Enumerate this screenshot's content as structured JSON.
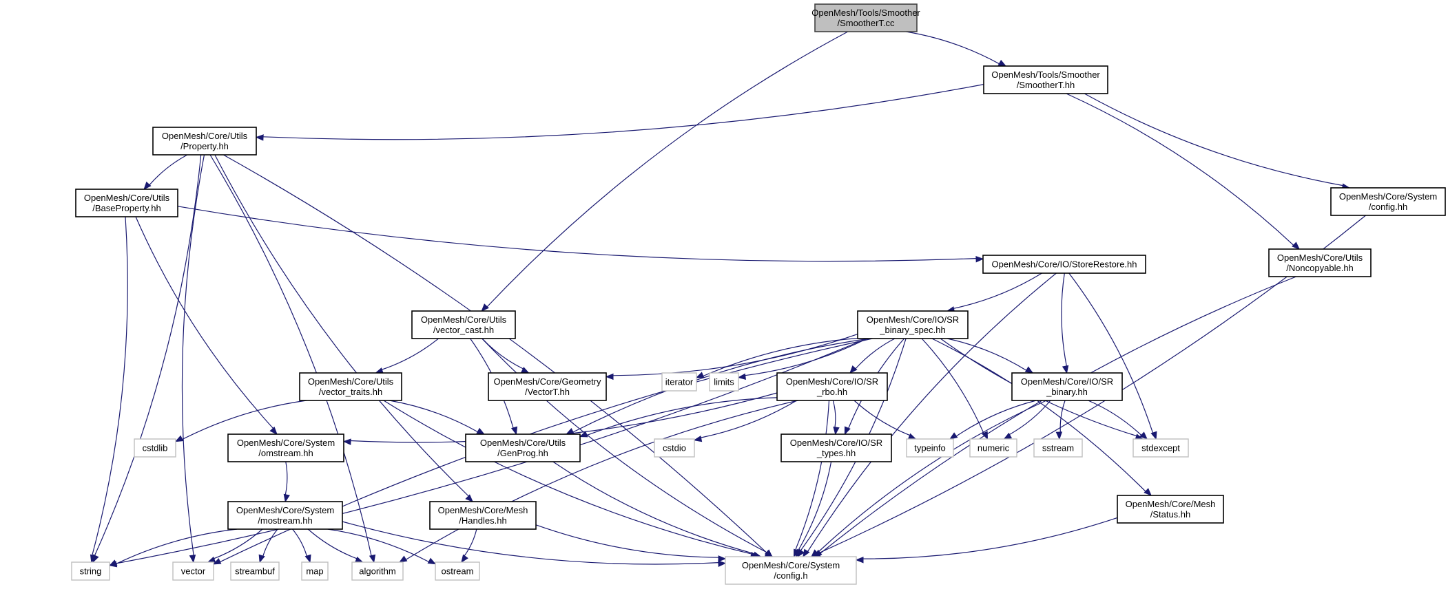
{
  "title": "Include dependency graph for SmootherT.cc",
  "colors": {
    "edge": "#191970",
    "root_fill": "#bfbfbf",
    "internal_border": "#000000",
    "external_border": "#bfbfbf"
  },
  "nodes": [
    {
      "id": "smoother_cc",
      "kind": "root",
      "lines": [
        "OpenMesh/Tools/Smoother",
        "/SmootherT.cc"
      ]
    },
    {
      "id": "smoother_hh",
      "kind": "internal",
      "lines": [
        "OpenMesh/Tools/Smoother",
        "/SmootherT.hh"
      ]
    },
    {
      "id": "property",
      "kind": "internal",
      "lines": [
        "OpenMesh/Core/Utils",
        "/Property.hh"
      ]
    },
    {
      "id": "baseproperty",
      "kind": "internal",
      "lines": [
        "OpenMesh/Core/Utils",
        "/BaseProperty.hh"
      ]
    },
    {
      "id": "config_hh",
      "kind": "internal",
      "lines": [
        "OpenMesh/Core/System",
        "/config.hh"
      ]
    },
    {
      "id": "noncopyable",
      "kind": "internal",
      "lines": [
        "OpenMesh/Core/Utils",
        "/Noncopyable.hh"
      ]
    },
    {
      "id": "storerestore",
      "kind": "internal",
      "lines": [
        "OpenMesh/Core/IO/StoreRestore.hh"
      ]
    },
    {
      "id": "vector_cast",
      "kind": "internal",
      "lines": [
        "OpenMesh/Core/Utils",
        "/vector_cast.hh"
      ]
    },
    {
      "id": "sr_binary_spec",
      "kind": "internal",
      "lines": [
        "OpenMesh/Core/IO/SR",
        "_binary_spec.hh"
      ]
    },
    {
      "id": "vector_traits",
      "kind": "internal",
      "lines": [
        "OpenMesh/Core/Utils",
        "/vector_traits.hh"
      ]
    },
    {
      "id": "vectort",
      "kind": "internal",
      "lines": [
        "OpenMesh/Core/Geometry",
        "/VectorT.hh"
      ]
    },
    {
      "id": "iterator",
      "kind": "external",
      "lines": [
        "iterator"
      ]
    },
    {
      "id": "limits",
      "kind": "external",
      "lines": [
        "limits"
      ]
    },
    {
      "id": "sr_rbo",
      "kind": "internal",
      "lines": [
        "OpenMesh/Core/IO/SR",
        "_rbo.hh"
      ]
    },
    {
      "id": "sr_binary",
      "kind": "internal",
      "lines": [
        "OpenMesh/Core/IO/SR",
        "_binary.hh"
      ]
    },
    {
      "id": "cstdlib",
      "kind": "external",
      "lines": [
        "cstdlib"
      ]
    },
    {
      "id": "omstream",
      "kind": "internal",
      "lines": [
        "OpenMesh/Core/System",
        "/omstream.hh"
      ]
    },
    {
      "id": "genprog",
      "kind": "internal",
      "lines": [
        "OpenMesh/Core/Utils",
        "/GenProg.hh"
      ]
    },
    {
      "id": "cstdio",
      "kind": "external",
      "lines": [
        "cstdio"
      ]
    },
    {
      "id": "sr_types",
      "kind": "internal",
      "lines": [
        "OpenMesh/Core/IO/SR",
        "_types.hh"
      ]
    },
    {
      "id": "typeinfo",
      "kind": "external",
      "lines": [
        "typeinfo"
      ]
    },
    {
      "id": "numeric",
      "kind": "external",
      "lines": [
        "numeric"
      ]
    },
    {
      "id": "sstream",
      "kind": "external",
      "lines": [
        "sstream"
      ]
    },
    {
      "id": "stdexcept",
      "kind": "external",
      "lines": [
        "stdexcept"
      ]
    },
    {
      "id": "mostream",
      "kind": "internal",
      "lines": [
        "OpenMesh/Core/System",
        "/mostream.hh"
      ]
    },
    {
      "id": "handles",
      "kind": "internal",
      "lines": [
        "OpenMesh/Core/Mesh",
        "/Handles.hh"
      ]
    },
    {
      "id": "status",
      "kind": "internal",
      "lines": [
        "OpenMesh/Core/Mesh",
        "/Status.hh"
      ]
    },
    {
      "id": "string",
      "kind": "external",
      "lines": [
        "string"
      ]
    },
    {
      "id": "vector",
      "kind": "external",
      "lines": [
        "vector"
      ]
    },
    {
      "id": "streambuf",
      "kind": "external",
      "lines": [
        "streambuf"
      ]
    },
    {
      "id": "map",
      "kind": "external",
      "lines": [
        "map"
      ]
    },
    {
      "id": "algorithm",
      "kind": "external",
      "lines": [
        "algorithm"
      ]
    },
    {
      "id": "ostream",
      "kind": "external",
      "lines": [
        "ostream"
      ]
    },
    {
      "id": "config_h",
      "kind": "external",
      "lines": [
        "OpenMesh/Core/System",
        "/config.h"
      ]
    }
  ],
  "edges": [
    [
      "smoother_cc",
      "smoother_hh"
    ],
    [
      "smoother_cc",
      "vector_cast"
    ],
    [
      "smoother_hh",
      "property"
    ],
    [
      "smoother_hh",
      "config_hh"
    ],
    [
      "smoother_hh",
      "noncopyable"
    ],
    [
      "property",
      "baseproperty"
    ],
    [
      "property",
      "string"
    ],
    [
      "property",
      "vector"
    ],
    [
      "property",
      "algorithm"
    ],
    [
      "property",
      "handles"
    ],
    [
      "property",
      "config_h"
    ],
    [
      "baseproperty",
      "storerestore"
    ],
    [
      "baseproperty",
      "string"
    ],
    [
      "baseproperty",
      "omstream"
    ],
    [
      "config_hh",
      "config_h"
    ],
    [
      "noncopyable",
      "config_h"
    ],
    [
      "storerestore",
      "sr_binary_spec"
    ],
    [
      "storerestore",
      "sr_binary"
    ],
    [
      "storerestore",
      "stdexcept"
    ],
    [
      "storerestore",
      "config_h"
    ],
    [
      "vector_cast",
      "vector_traits"
    ],
    [
      "vector_cast",
      "vectort"
    ],
    [
      "vector_cast",
      "genprog"
    ],
    [
      "vector_cast",
      "config_h"
    ],
    [
      "sr_binary_spec",
      "string"
    ],
    [
      "sr_binary_spec",
      "vector"
    ],
    [
      "sr_binary_spec",
      "vectort"
    ],
    [
      "sr_binary_spec",
      "iterator"
    ],
    [
      "sr_binary_spec",
      "limits"
    ],
    [
      "sr_binary_spec",
      "sr_rbo"
    ],
    [
      "sr_binary_spec",
      "sr_binary"
    ],
    [
      "sr_binary_spec",
      "sr_types"
    ],
    [
      "sr_binary_spec",
      "numeric"
    ],
    [
      "sr_binary_spec",
      "stdexcept"
    ],
    [
      "sr_binary_spec",
      "status"
    ],
    [
      "sr_binary_spec",
      "genprog"
    ],
    [
      "sr_binary_spec",
      "config_h"
    ],
    [
      "vector_traits",
      "cstdlib"
    ],
    [
      "vector_traits",
      "genprog"
    ],
    [
      "vector_traits",
      "config_h"
    ],
    [
      "sr_rbo",
      "omstream"
    ],
    [
      "sr_rbo",
      "genprog"
    ],
    [
      "sr_rbo",
      "cstdio"
    ],
    [
      "sr_rbo",
      "algorithm"
    ],
    [
      "sr_rbo",
      "sr_types"
    ],
    [
      "sr_rbo",
      "typeinfo"
    ],
    [
      "sr_rbo",
      "config_h"
    ],
    [
      "sr_binary",
      "typeinfo"
    ],
    [
      "sr_binary",
      "numeric"
    ],
    [
      "sr_binary",
      "sstream"
    ],
    [
      "sr_binary",
      "stdexcept"
    ],
    [
      "sr_binary",
      "config_h"
    ],
    [
      "omstream",
      "mostream"
    ],
    [
      "genprog",
      "config_h"
    ],
    [
      "sr_types",
      "config_h"
    ],
    [
      "mostream",
      "string"
    ],
    [
      "mostream",
      "vector"
    ],
    [
      "mostream",
      "streambuf"
    ],
    [
      "mostream",
      "map"
    ],
    [
      "mostream",
      "algorithm"
    ],
    [
      "mostream",
      "ostream"
    ],
    [
      "mostream",
      "config_h"
    ],
    [
      "handles",
      "ostream"
    ],
    [
      "handles",
      "config_h"
    ],
    [
      "status",
      "config_h"
    ]
  ]
}
